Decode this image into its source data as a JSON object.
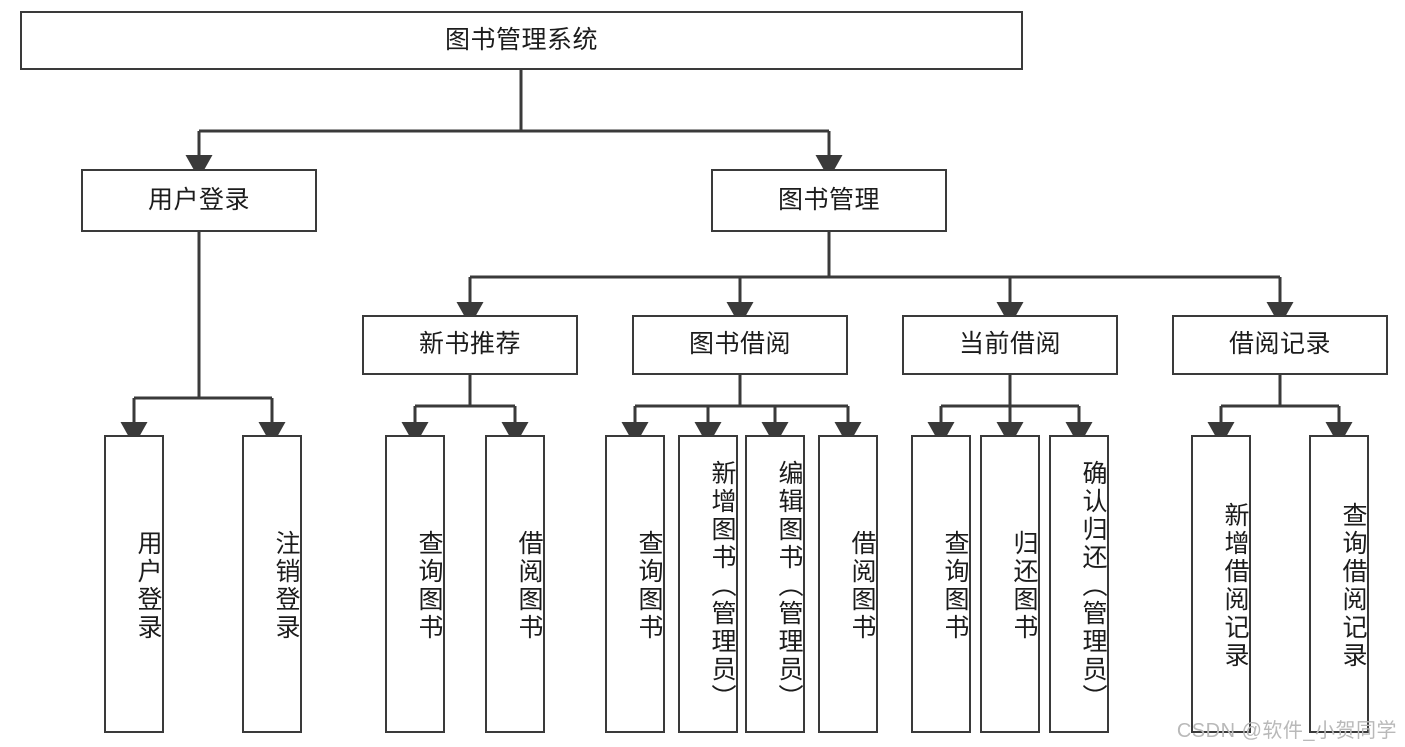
{
  "diagram": {
    "title": "图书管理系统",
    "type": "tree-hierarchy",
    "watermark": "CSDN @软件_小贺同学",
    "colors": {
      "stroke": "#3a3a3a",
      "fill": "#ffffff",
      "text": "#1c1c1c",
      "watermark": "#b9b9b9"
    },
    "nodes": {
      "root": {
        "label": "图书管理系统"
      },
      "level2": [
        {
          "id": "user-login",
          "label": "用户登录"
        },
        {
          "id": "book-manage",
          "label": "图书管理"
        }
      ],
      "level3": [
        {
          "id": "new-book-rec",
          "label": "新书推荐"
        },
        {
          "id": "book-borrow",
          "label": "图书借阅"
        },
        {
          "id": "current-borrow",
          "label": "当前借阅"
        },
        {
          "id": "borrow-record",
          "label": "借阅记录"
        }
      ],
      "leaves": {
        "user_login": [
          {
            "id": "leaf-user-login",
            "label": "用户登录"
          },
          {
            "id": "leaf-logout",
            "label": "注销登录"
          }
        ],
        "new_book_rec": [
          {
            "id": "leaf-query-book-1",
            "label": "查询图书"
          },
          {
            "id": "leaf-borrow-book-1",
            "label": "借阅图书"
          }
        ],
        "book_borrow": [
          {
            "id": "leaf-query-book-2",
            "label": "查询图书"
          },
          {
            "id": "leaf-add-book",
            "label": "新增图书（管理员）"
          },
          {
            "id": "leaf-edit-book",
            "label": "编辑图书（管理员）"
          },
          {
            "id": "leaf-borrow-book-2",
            "label": "借阅图书"
          }
        ],
        "current_borrow": [
          {
            "id": "leaf-query-book-3",
            "label": "查询图书"
          },
          {
            "id": "leaf-return-book",
            "label": "归还图书"
          },
          {
            "id": "leaf-confirm-return",
            "label": "确认归还（管理员）"
          }
        ],
        "borrow_record": [
          {
            "id": "leaf-add-record",
            "label": "新增借阅记录"
          },
          {
            "id": "leaf-query-record",
            "label": "查询借阅记录"
          }
        ]
      }
    }
  }
}
